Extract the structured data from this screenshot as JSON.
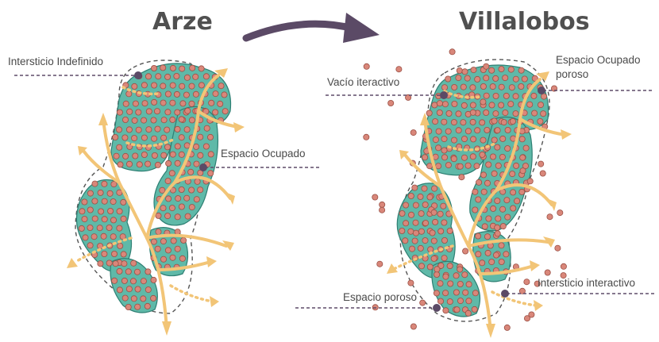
{
  "left_panel": {
    "title": "Arze",
    "labels": {
      "intersticio_indefinido": "Intersticio Indefinido",
      "espacio_ocupado": "Espacio Ocupado"
    }
  },
  "right_panel": {
    "title": "Villalobos",
    "labels": {
      "vacio_iteractivo": "Vacío iteractivo",
      "espacio_ocupado_poroso_line1": "Espacio Ocupado",
      "espacio_ocupado_poroso_line2": "poroso",
      "espacio_poroso": "Espacio poroso",
      "intersticio_interactivo": "Intersticio interactivo"
    }
  },
  "colors": {
    "blob_fill": "#5fb9a8",
    "dot_fill": "#d9877a",
    "river": "#f2c577",
    "transition_arrow": "#5b4a66",
    "title": "#505050"
  }
}
